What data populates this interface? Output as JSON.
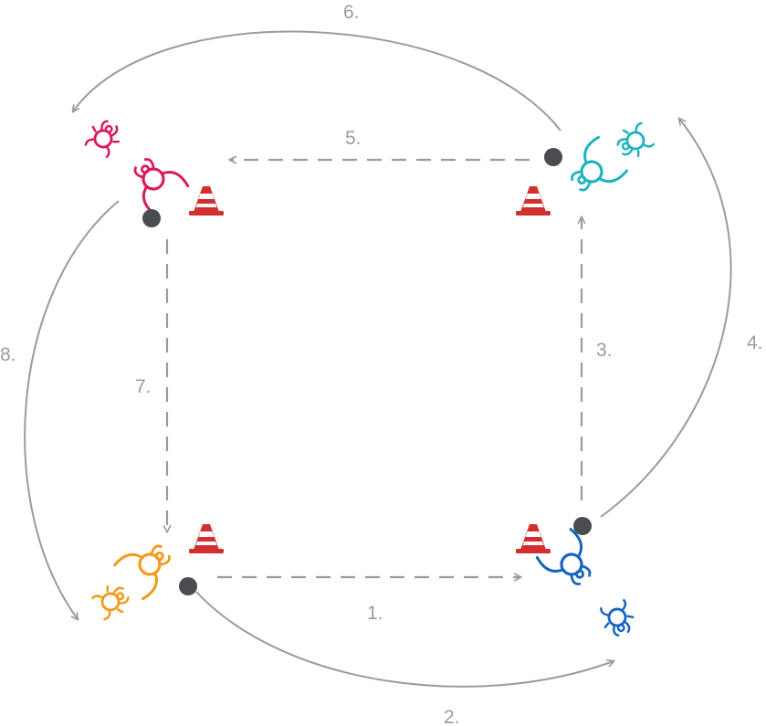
{
  "steps": [
    {
      "label": "1.",
      "kind": "pass"
    },
    {
      "label": "2.",
      "kind": "run"
    },
    {
      "label": "3.",
      "kind": "pass"
    },
    {
      "label": "4.",
      "kind": "run"
    },
    {
      "label": "5.",
      "kind": "pass"
    },
    {
      "label": "6.",
      "kind": "run"
    },
    {
      "label": "7.",
      "kind": "pass"
    },
    {
      "label": "8.",
      "kind": "run"
    }
  ],
  "players": [
    {
      "corner": "top-left",
      "color": "#d81b60"
    },
    {
      "corner": "top-right",
      "color": "#1fb3c0"
    },
    {
      "corner": "bottom-right",
      "color": "#1565c0"
    },
    {
      "corner": "bottom-left",
      "color": "#f29a1f"
    }
  ],
  "colors": {
    "pass_line": "#9a9b9d",
    "run_line": "#9a9b9d",
    "ball": "#4a4c50",
    "cone": "#d32f2f"
  }
}
